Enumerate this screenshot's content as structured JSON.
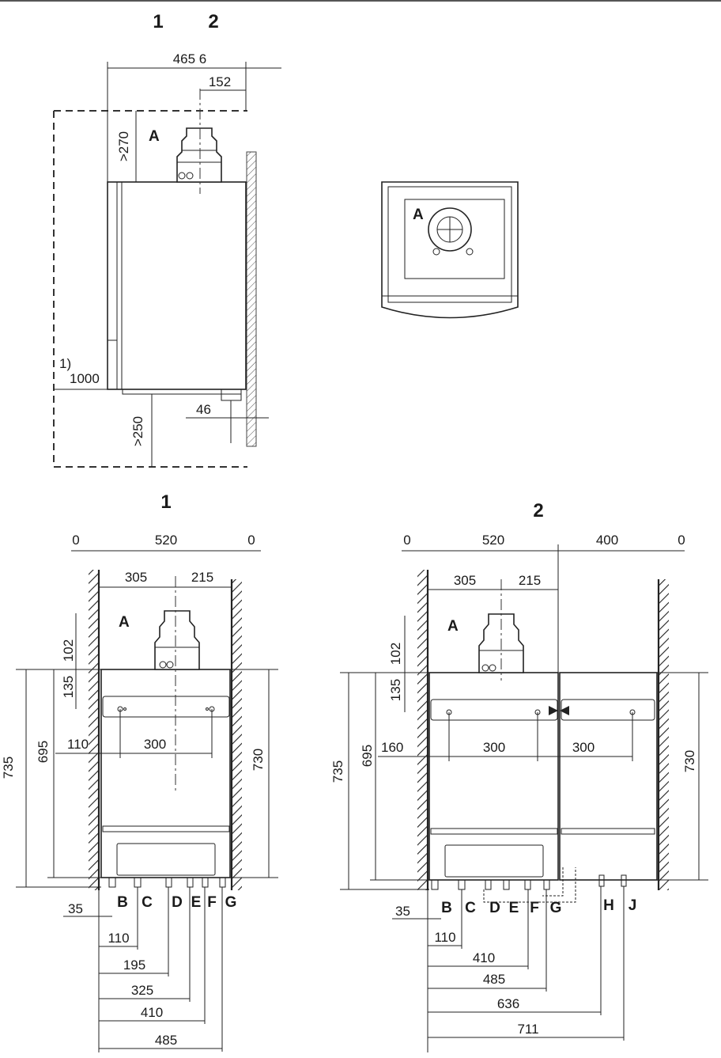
{
  "view_numbers": [
    "1",
    "2"
  ],
  "letters": {
    "a": "A",
    "connections_1": [
      "B",
      "C",
      "D",
      "E",
      "F",
      "G"
    ],
    "connections_2": [
      "B",
      "C",
      "D",
      "E",
      "F",
      "G",
      "H",
      "J"
    ]
  },
  "footnote_marker": "1)",
  "side_view": {
    "width": "465 6",
    "flue_offset": "152",
    "top_clearance": ">270",
    "bottom_clearance": ">250",
    "front_clearance": "1000",
    "wall_gap": "46"
  },
  "front_view_1": {
    "width": "520",
    "left_side": "0",
    "right_side": "0",
    "flue_left": "305",
    "flue_right": "215",
    "flue_top": "102",
    "bracket_drop": "135",
    "height_total": "735",
    "height_inner": "695",
    "height_right": "730",
    "hole_left": "110",
    "hole_spacing": "300",
    "conn_offset": "35",
    "conn_b": "110",
    "conn_c": "195",
    "conn_d": "325",
    "conn_f": "410",
    "conn_g": "485"
  },
  "front_view_2": {
    "width_main": "520",
    "width_extra": "400",
    "left_side": "0",
    "right_side": "0",
    "flue_left": "305",
    "flue_right": "215",
    "flue_top": "102",
    "bracket_drop": "135",
    "height_total": "735",
    "height_inner": "695",
    "height_right": "730",
    "hole_left": "160",
    "hole_spacing_1": "300",
    "hole_spacing_2": "300",
    "conn_offset": "35",
    "conn_b": "110",
    "conn_f": "410",
    "conn_g": "485",
    "conn_h": "636",
    "conn_j": "711"
  }
}
